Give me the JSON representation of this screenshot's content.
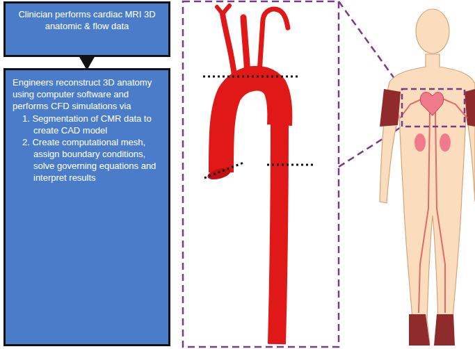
{
  "diagram": {
    "nodes": [
      {
        "text": [
          "Clinician performs cardiac MRI 3D anatomic & flow data"
        ]
      },
      {
        "text": [
          "Engineers reconstruct 3D anatomy using computer software and performs CFD simulations via",
          "1. Segmentation of CMR data to create CAD model",
          "2. Create computational mesh, assign boundary conditions, solve governing equations and interpret results"
        ]
      }
    ],
    "edges": [
      {
        "from": 0,
        "to": 1,
        "arrow": "to"
      }
    ]
  }
}
